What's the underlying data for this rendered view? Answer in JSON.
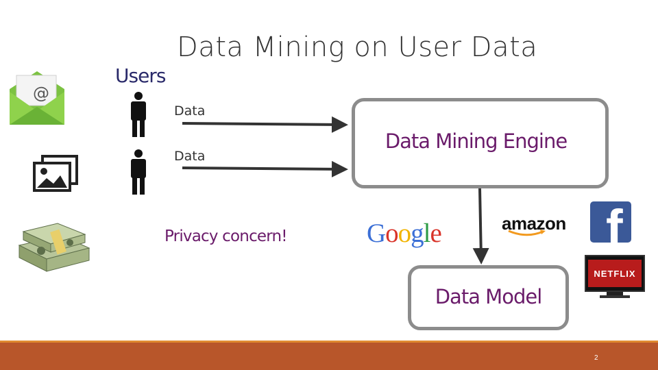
{
  "slide": {
    "title": "Data Mining on User Data",
    "users_label": "Users",
    "data_labels": [
      "Data",
      "Data"
    ],
    "privacy_text": "Privacy concern!",
    "engine_label": "Data Mining Engine",
    "model_label": "Data Model",
    "page_number": "2"
  },
  "logos": {
    "google": [
      "G",
      "o",
      "o",
      "g",
      "l",
      "e"
    ],
    "google_colors": [
      "#3b6fd6",
      "#d9342a",
      "#f1b400",
      "#3b6fd6",
      "#2e9c46",
      "#d9342a"
    ],
    "amazon": "amazon",
    "facebook": "f",
    "netflix": "NETFLIX"
  },
  "colors": {
    "accent_purple": "#6a1b6a",
    "footer_band": "#b8562a",
    "footer_line": "#e08a30",
    "box_border": "#8c8c8c",
    "facebook_blue": "#3b5998",
    "netflix_red": "#b81c1c",
    "amazon_smile": "#f29a1f"
  },
  "icons": [
    "email-icon",
    "photos-icon",
    "money-icon",
    "person-icon",
    "arrow-icon"
  ]
}
